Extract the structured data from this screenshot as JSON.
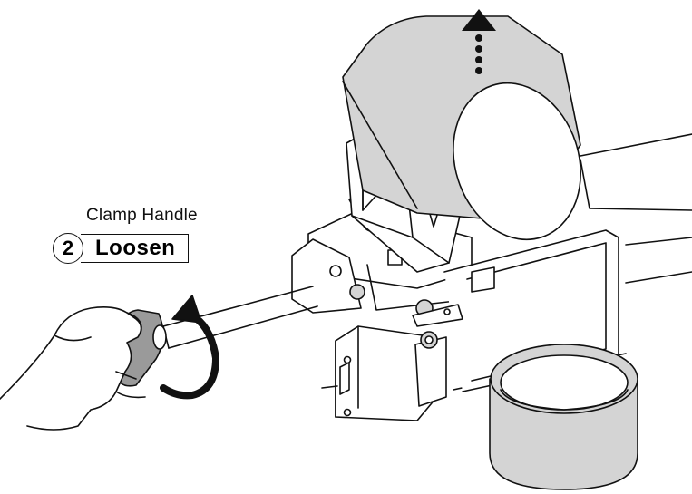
{
  "callout": {
    "caption": "Clamp Handle",
    "step_number": "2",
    "step_label": "Loosen"
  },
  "colors": {
    "line": "#111111",
    "shade": "#d4d4d4",
    "knob": "#9a9a9a"
  },
  "icons": [
    "up-arrow-icon",
    "rotate-arrow-icon"
  ]
}
